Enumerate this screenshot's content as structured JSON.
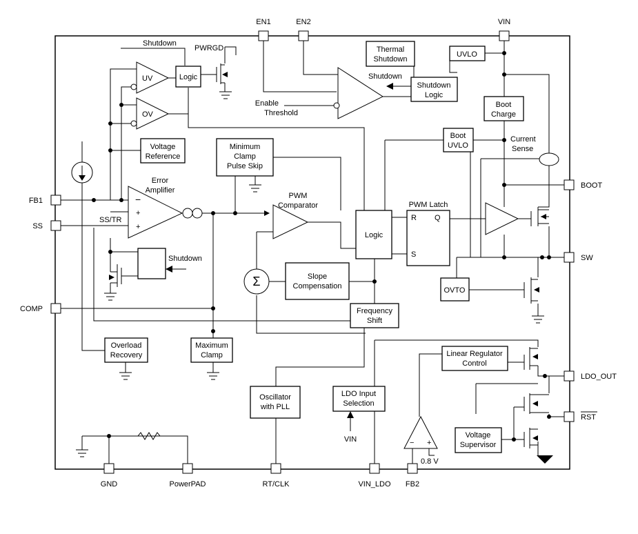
{
  "pins": {
    "en1": "EN1",
    "en2": "EN2",
    "vin": "VIN",
    "fb1": "FB1",
    "ss": "SS",
    "comp": "COMP",
    "boot": "BOOT",
    "sw": "SW",
    "ldo_out": "LDO_OUT",
    "rst": "RST",
    "gnd": "GND",
    "powerpad": "PowerPAD",
    "rt_clk": "RT/CLK",
    "vin_ldo": "VIN_LDO",
    "fb2": "FB2"
  },
  "blocks": {
    "logic_top": "Logic",
    "uv": "UV",
    "ov": "OV",
    "voltage_reference": [
      "Voltage",
      "Reference"
    ],
    "thermal_shutdown": [
      "Thermal",
      "Shutdown"
    ],
    "uvlo": "UVLO",
    "shutdown_logic": [
      "Shutdown",
      "Logic"
    ],
    "boot_charge": [
      "Boot",
      "Charge"
    ],
    "boot_uvlo": [
      "Boot",
      "UVLO"
    ],
    "min_clamp": [
      "Minimum",
      "Clamp",
      "Pulse Skip"
    ],
    "logic_main": "Logic",
    "pwm_latch_r": "R",
    "pwm_latch_s": "S",
    "pwm_latch_q": "Q",
    "slope_compensation": [
      "Slope",
      "Compensation"
    ],
    "frequency_shift": [
      "Frequency",
      "Shift"
    ],
    "ovto": "OVTO",
    "overload_recovery": [
      "Overload",
      "Recovery"
    ],
    "maximum_clamp": [
      "Maximum",
      "Clamp"
    ],
    "oscillator": [
      "Oscillator",
      "with PLL"
    ],
    "ldo_input_selection": [
      "LDO Input",
      "Selection"
    ],
    "linear_regulator_control": [
      "Linear Regulator",
      "Control"
    ],
    "voltage_supervisor": [
      "Voltage",
      "Supervisor"
    ],
    "sigma": "Σ"
  },
  "labels": {
    "shutdown_top": "Shutdown",
    "pwrgd": "PWRGD",
    "enable_threshold": [
      "Enable",
      "Threshold"
    ],
    "shutdown_mid": "Shutdown",
    "current_sense": [
      "Current",
      "Sense"
    ],
    "error_amplifier": [
      "Error",
      "Amplifier"
    ],
    "pwm_comparator": [
      "PWM",
      "Comparator"
    ],
    "pwm_latch": "PWM Latch",
    "ss_tr": "SS/TR",
    "shutdown_ss": "Shutdown",
    "vin_ldo_sel": "VIN",
    "ref_0v8": "0.8 V",
    "amp_minus": "−",
    "amp_plus1": "+",
    "amp_plus2": "+",
    "fb2_minus": "−",
    "fb2_plus": "+"
  }
}
